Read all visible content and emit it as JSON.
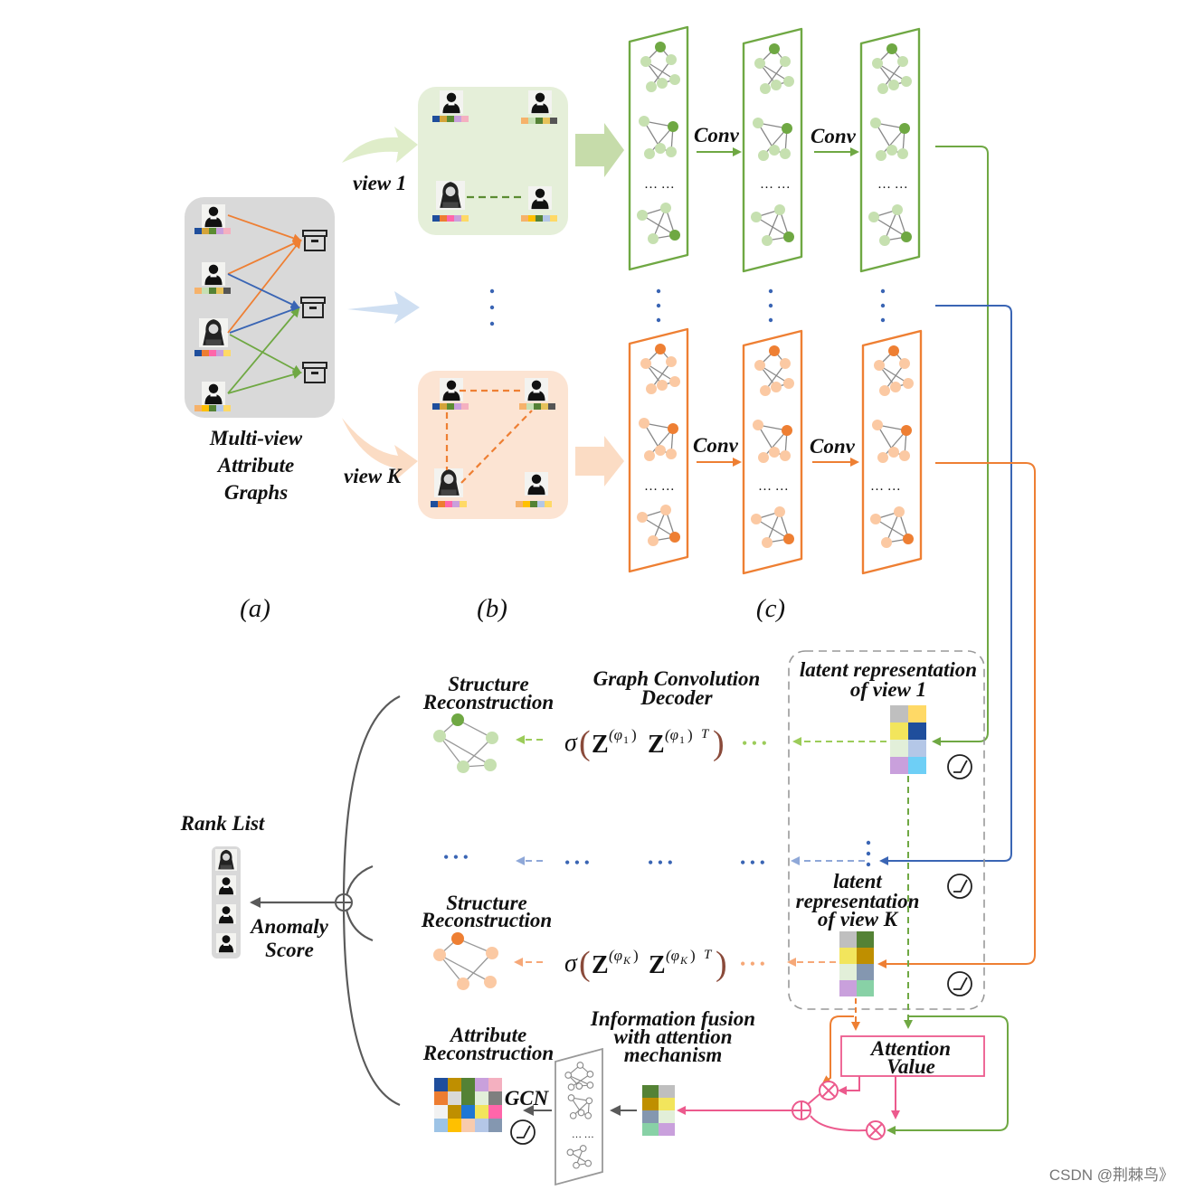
{
  "panel_labels": {
    "a": "(a)",
    "b": "(b)",
    "c": "(c)"
  },
  "multiview": {
    "line1": "Multi-view",
    "line2": "Attribute",
    "line3": "Graphs"
  },
  "views": {
    "view1": "view 1",
    "viewK": "view K"
  },
  "conv": {
    "label": "Conv"
  },
  "dots": {
    "ellipsis": "… …",
    "triple": "• • •"
  },
  "decoder": {
    "line1": "Graph Convolution",
    "line2": "Decoder"
  },
  "structure": {
    "line1": "Structure",
    "line2": "Reconstruction"
  },
  "latent1": {
    "line1": "latent representation",
    "line2": "of view 1"
  },
  "latentK": {
    "line1": "latent",
    "line2": "representation",
    "line3": "of view K"
  },
  "formula": {
    "sigma": "σ",
    "z": "Z",
    "sup1": "(φ",
    "sub1": "1",
    "supT": ")",
    "T": "T",
    "subK": "K"
  },
  "rank": {
    "title": "Rank List",
    "score1": "Anomaly",
    "score2": "Score"
  },
  "attribute": {
    "line1": "Attribute",
    "line2": "Reconstruction"
  },
  "gcn": {
    "label": "GCN"
  },
  "fusion": {
    "line1": "Information fusion",
    "line2": "with attention",
    "line3": "mechanism"
  },
  "attention": {
    "line1": "Attention",
    "line2": "Value"
  },
  "watermark": "CSDN @荆棘鸟》",
  "colors": {
    "green": "#6fa843",
    "greenLight": "#c6e0b0",
    "orange": "#ee7f33",
    "orangeLight": "#fbc9a3",
    "blue": "#3a65b4",
    "pink": "#ec5a8d",
    "gray": "#5a5a5a",
    "panelGray": "#d9d9d9",
    "panelGreen": "#e5efd9",
    "panelOrange": "#fce4d3"
  }
}
